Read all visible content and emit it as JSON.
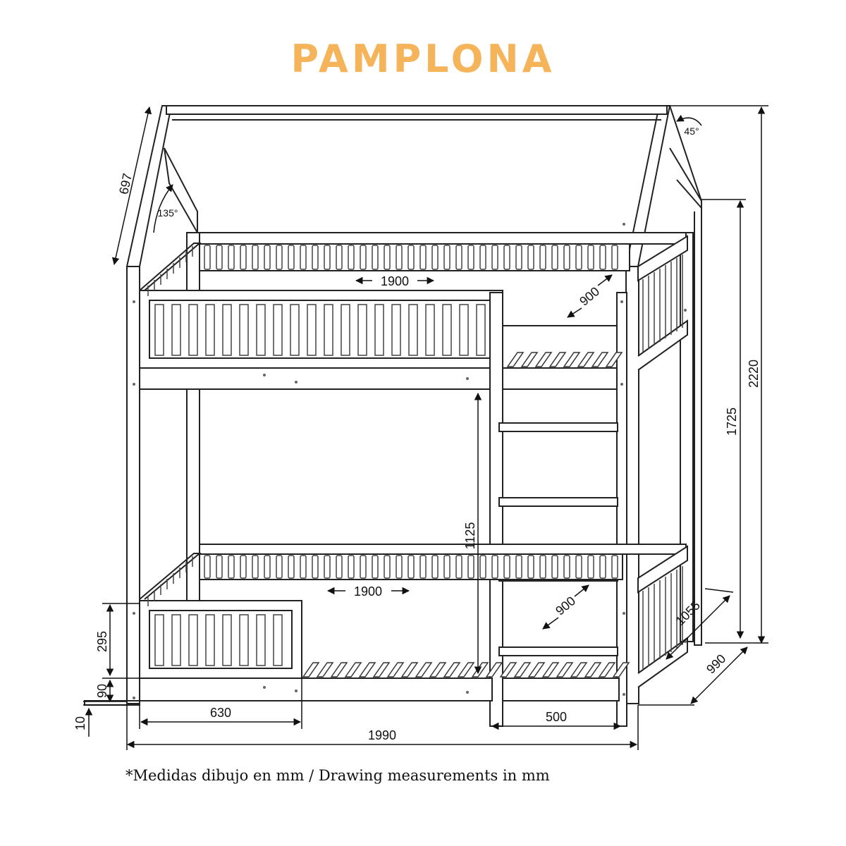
{
  "title": "PAMPLONA",
  "footnote": "*Medidas dibujo en mm / Drawing measurements in mm",
  "dimensions": {
    "roof_slope": "697",
    "angle_inner": "135°",
    "angle_roof": "45°",
    "top_length": "1900",
    "top_width": "900",
    "bottom_length": "1900",
    "bottom_width": "900",
    "total_height": "2220",
    "side_height": "1725",
    "clearance": "1125",
    "depth_side": "1055",
    "depth_total": "990",
    "guard_height": "295",
    "base_height": "90",
    "floor_gap": "10",
    "guard_length": "630",
    "ladder_width": "500",
    "total_length": "1990"
  }
}
